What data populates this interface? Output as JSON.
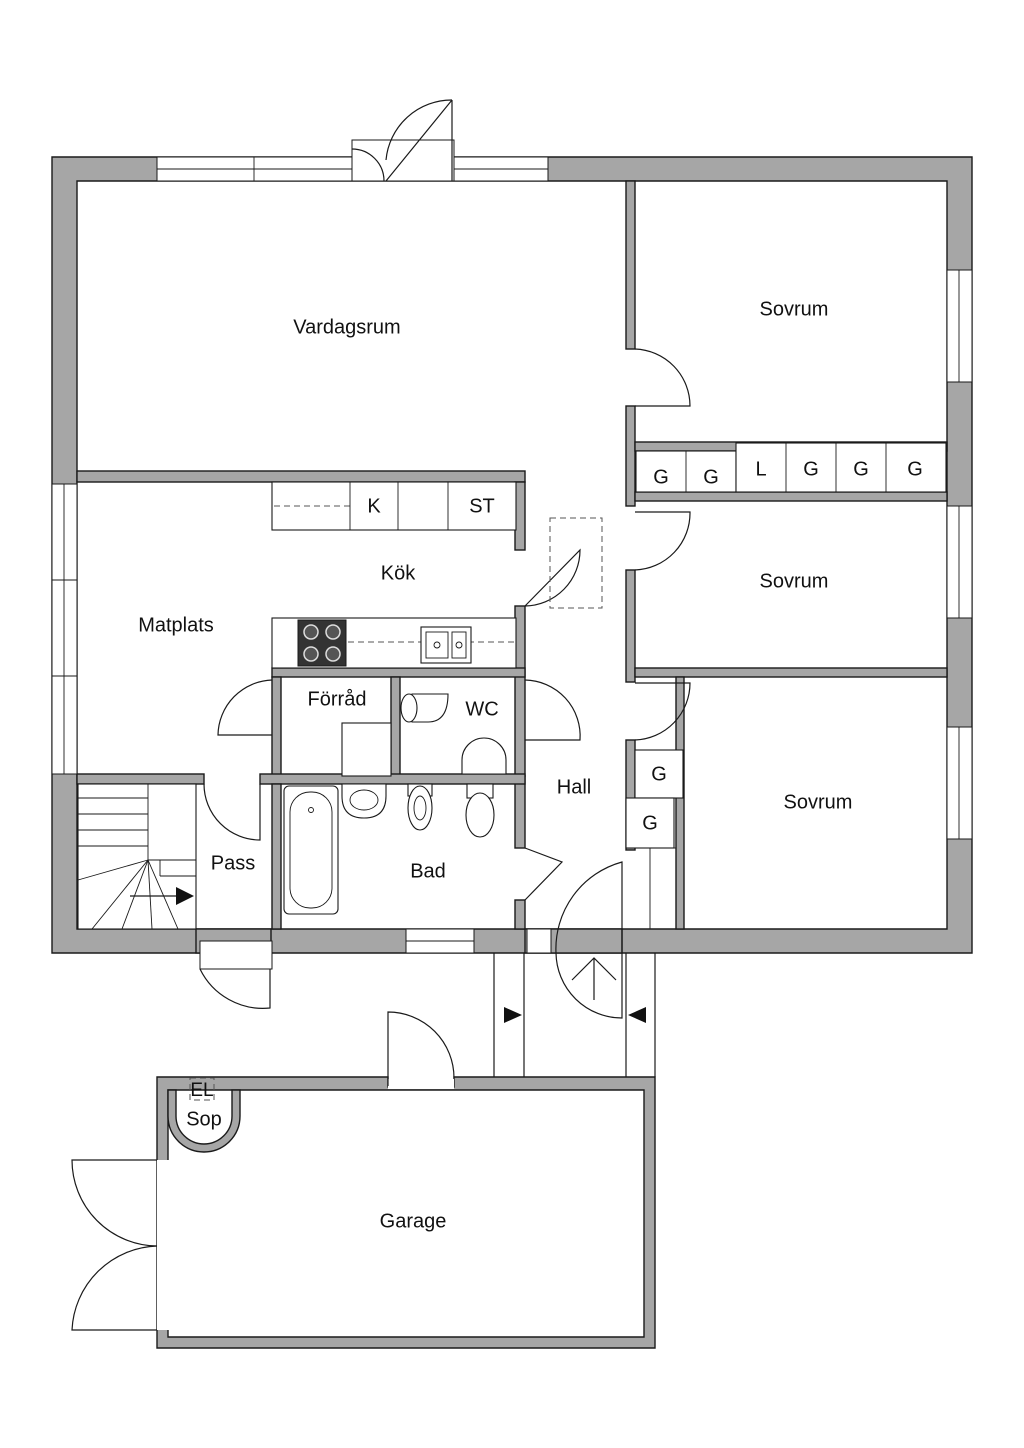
{
  "rooms": {
    "vardagsrum": "Vardagsrum",
    "sovrum_1": "Sovrum",
    "sovrum_2": "Sovrum",
    "sovrum_3": "Sovrum",
    "kok": "Kök",
    "matplats": "Matplats",
    "forrad": "Förråd",
    "wc": "WC",
    "hall": "Hall",
    "pass": "Pass",
    "bad": "Bad",
    "garage": "Garage",
    "el": "EL",
    "sop": "Sop"
  },
  "fixtures": {
    "kitchen_k": "K",
    "kitchen_st": "ST",
    "closet_g1": "G",
    "closet_g2": "G",
    "closet_l": "L",
    "closet_g3": "G",
    "closet_g4": "G",
    "closet_g5": "G",
    "closet_g6": "G",
    "closet_g7": "G"
  },
  "colors": {
    "wall_fill": "#a6a6a6",
    "outline": "#1a1a1a",
    "background": "#ffffff"
  }
}
